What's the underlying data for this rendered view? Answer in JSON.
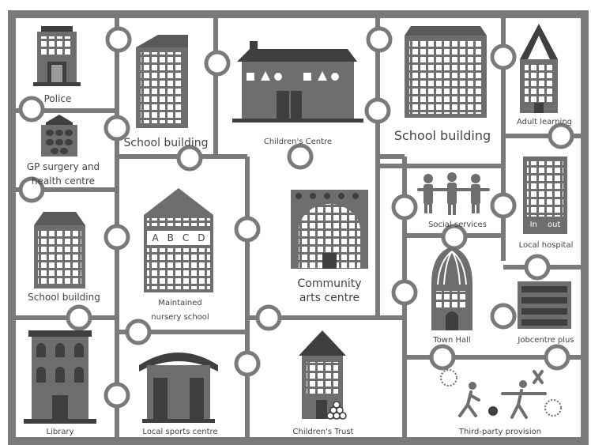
{
  "title": "",
  "pieces": [
    {
      "id": "police",
      "lines": [
        "Police"
      ],
      "icon": "police-station-icon"
    },
    {
      "id": "gp",
      "lines": [
        "GP surgery and",
        "health centre"
      ],
      "icon": "gp-surgery-icon"
    },
    {
      "id": "school-1",
      "lines": [
        "School building"
      ],
      "icon": "school-building-icon"
    },
    {
      "id": "childrens-centre",
      "lines": [
        "Children's Centre"
      ],
      "icon": "childrens-centre-icon"
    },
    {
      "id": "school-2",
      "lines": [
        "School building"
      ],
      "icon": "school-building-icon"
    },
    {
      "id": "adult-learning",
      "lines": [
        "Adult learning"
      ],
      "icon": "adult-learning-icon"
    },
    {
      "id": "school-3",
      "lines": [
        "School building"
      ],
      "icon": "school-building-icon"
    },
    {
      "id": "nursery",
      "lines": [
        "Maintained",
        "nursery school"
      ],
      "icon": "nursery-school-icon",
      "sign": [
        "A",
        "B",
        "C",
        "D"
      ]
    },
    {
      "id": "arts",
      "lines": [
        "Community",
        "arts centre"
      ],
      "icon": "arts-centre-icon"
    },
    {
      "id": "social",
      "lines": [
        "Social services"
      ],
      "icon": "social-services-icon"
    },
    {
      "id": "hospital",
      "lines": [
        "Local hospital"
      ],
      "icon": "hospital-icon",
      "doors": [
        "In",
        "out"
      ]
    },
    {
      "id": "townhall",
      "lines": [
        "Town Hall"
      ],
      "icon": "town-hall-icon"
    },
    {
      "id": "jobcentre",
      "lines": [
        "Jobcentre plus"
      ],
      "icon": "jobcentre-icon"
    },
    {
      "id": "library",
      "lines": [
        "Library"
      ],
      "icon": "library-icon"
    },
    {
      "id": "sports",
      "lines": [
        "Local sports centre"
      ],
      "icon": "sports-centre-icon"
    },
    {
      "id": "trust",
      "lines": [
        "Children's Trust"
      ],
      "icon": "childrens-trust-icon"
    },
    {
      "id": "third-party",
      "lines": [
        "Third-party provision"
      ],
      "icon": "third-party-icon"
    }
  ],
  "colors": {
    "frame": "#7a7a7a",
    "tile": "#ffffff",
    "building": "#6e6e6e",
    "dark": "#3f3f3f",
    "text": "#444444"
  }
}
